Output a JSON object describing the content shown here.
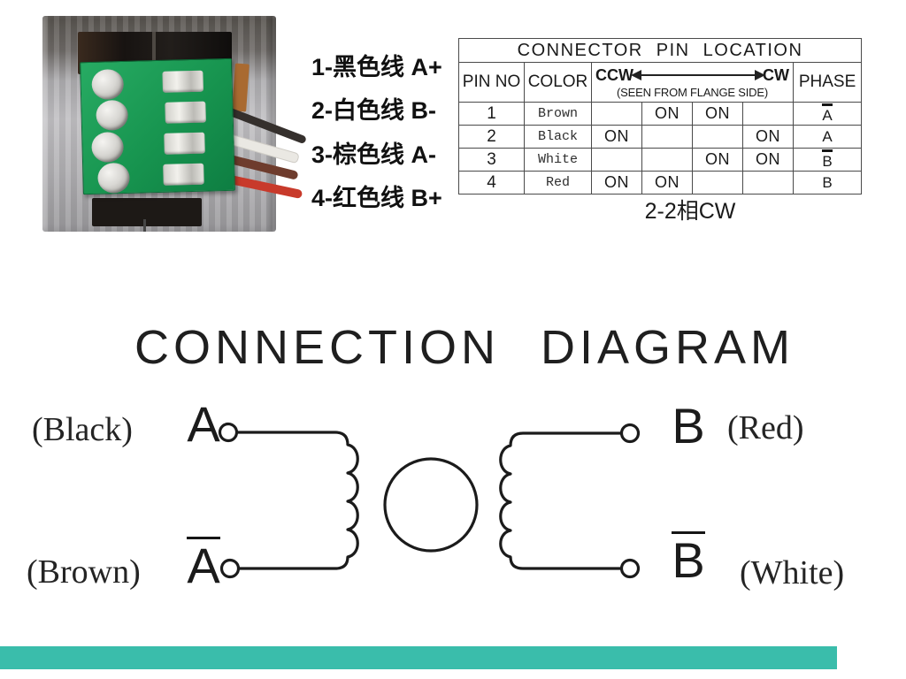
{
  "photo": {
    "subject": "stepper-motor-connector",
    "pcb_color": "#17944f",
    "body_color": "#b2b1b4",
    "wire_colors": [
      {
        "name": "black",
        "hex": "#35302d"
      },
      {
        "name": "white",
        "hex": "#eae8e3"
      },
      {
        "name": "brown",
        "hex": "#6e3c2d"
      },
      {
        "name": "red",
        "hex": "#c83a2b"
      }
    ]
  },
  "wire_labels": {
    "items": [
      "1-黑色线 A+",
      "2-白色线 B-",
      "3-棕色线 A-",
      "4-红色线 B+"
    ]
  },
  "pin_table": {
    "title": "CONNECTOR PIN LOCATION",
    "headers": {
      "pin": "PIN NO",
      "color": "COLOR",
      "ccw": "CCW",
      "cw": "CW",
      "note": "(SEEN FROM FLANGE SIDE)",
      "phase": "PHASE"
    },
    "rows": [
      {
        "pin": "1",
        "color": "Brown",
        "states": [
          "",
          "ON",
          "ON",
          ""
        ],
        "phase": "A",
        "phase_bar": true
      },
      {
        "pin": "2",
        "color": "Black",
        "states": [
          "ON",
          "",
          "",
          "ON"
        ],
        "phase": "A",
        "phase_bar": false
      },
      {
        "pin": "3",
        "color": "White",
        "states": [
          "",
          "",
          "ON",
          "ON"
        ],
        "phase": "B",
        "phase_bar": true
      },
      {
        "pin": "4",
        "color": "Red",
        "states": [
          "ON",
          "ON",
          "",
          ""
        ],
        "phase": "B",
        "phase_bar": false
      }
    ],
    "caption": "2-2相CW"
  },
  "diagram": {
    "title": "CONNECTION DIAGRAM",
    "terminals": {
      "a": {
        "letter": "A",
        "bar": false,
        "wire": "(Black)"
      },
      "a_bar": {
        "letter": "A",
        "bar": true,
        "wire": "(Brown)"
      },
      "b": {
        "letter": "B",
        "bar": false,
        "wire": "(Red)"
      },
      "b_bar": {
        "letter": "B",
        "bar": true,
        "wire": "(White)"
      }
    },
    "line_color": "#1b1b1b"
  },
  "footer": {
    "bar_color": "#3abdab"
  }
}
